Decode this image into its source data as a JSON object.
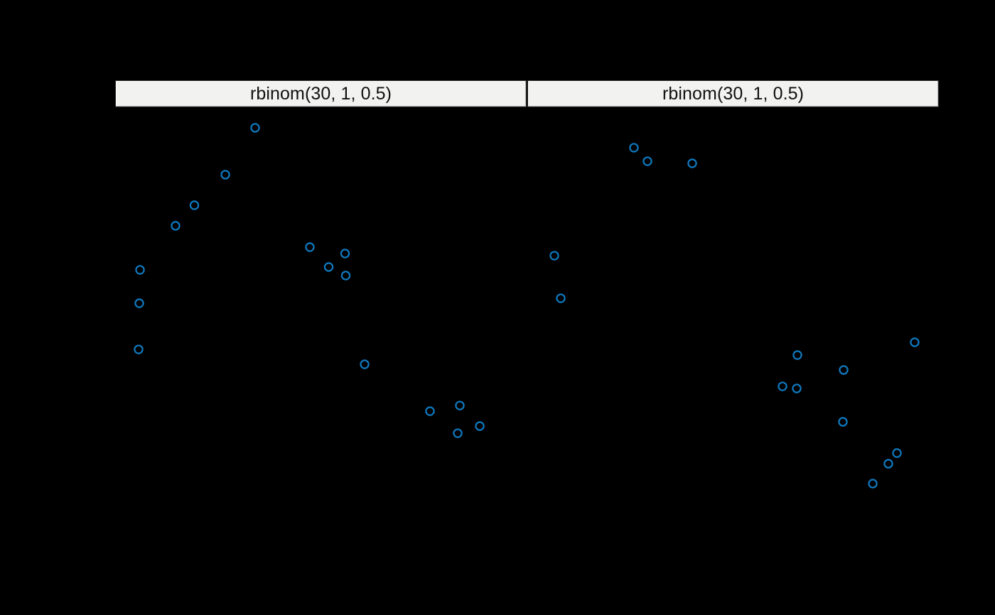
{
  "figure": {
    "background_color": "#000000",
    "marker_color": "#0f7ac0",
    "strip_background_color": "#f2f2f0",
    "strip_border_color": "#2b2b2b"
  },
  "panels": [
    {
      "id": "panel-left",
      "strip_label": "rbinom(30, 1, 0.5)"
    },
    {
      "id": "panel-right",
      "strip_label": "rbinom(30, 1, 0.5)"
    }
  ],
  "chart_data": {
    "type": "scatter",
    "title": "",
    "xlabel": "",
    "ylabel": "",
    "grid": false,
    "legend": null,
    "marker": "open-circle",
    "marker_color": "#0f7ac0",
    "layout": "trellis 1 row x 2 columns",
    "panel_titles": [
      "rbinom(30, 1, 0.5)",
      "rbinom(30, 1, 0.5)"
    ],
    "xlim": [
      0,
      1
    ],
    "ylim": [
      0,
      1
    ],
    "panels": [
      {
        "name": "rbinom(30, 1, 0.5)",
        "n_points": 15,
        "points": [
          {
            "x": 0.3408,
            "y": 0.9561
          },
          {
            "x": 0.2682,
            "y": 0.8561
          },
          {
            "x": 0.1929,
            "y": 0.7909
          },
          {
            "x": 0.147,
            "y": 0.747
          },
          {
            "x": 0.474,
            "y": 0.7015
          },
          {
            "x": 0.5199,
            "y": 0.6591
          },
          {
            "x": 0.5597,
            "y": 0.6879
          },
          {
            "x": 0.5614,
            "y": 0.6409
          },
          {
            "x": 0.0606,
            "y": 0.653
          },
          {
            "x": 0.0588,
            "y": 0.5818
          },
          {
            "x": 0.0571,
            "y": 0.4833
          },
          {
            "x": 0.6073,
            "y": 0.4515
          },
          {
            "x": 0.7664,
            "y": 0.3515
          },
          {
            "x": 0.8391,
            "y": 0.3636
          },
          {
            "x": 0.8876,
            "y": 0.3197
          },
          {
            "x": 0.8339,
            "y": 0.3045
          }
        ]
      },
      {
        "name": "rbinom(30, 1, 0.5)",
        "n_points": 14,
        "points": [
          {
            "x": 0.2603,
            "y": 0.9136
          },
          {
            "x": 0.2931,
            "y": 0.8848
          },
          {
            "x": 0.4017,
            "y": 0.8803
          },
          {
            "x": 0.0672,
            "y": 0.6833
          },
          {
            "x": 0.0828,
            "y": 0.5924
          },
          {
            "x": 0.6569,
            "y": 0.4712
          },
          {
            "x": 0.9414,
            "y": 0.4985
          },
          {
            "x": 0.769,
            "y": 0.4394
          },
          {
            "x": 0.6207,
            "y": 0.4045
          },
          {
            "x": 0.6552,
            "y": 0.4
          },
          {
            "x": 0.7672,
            "y": 0.3288
          },
          {
            "x": 0.8983,
            "y": 0.2621
          },
          {
            "x": 0.8776,
            "y": 0.2394
          },
          {
            "x": 0.8397,
            "y": 0.197
          }
        ]
      }
    ]
  }
}
